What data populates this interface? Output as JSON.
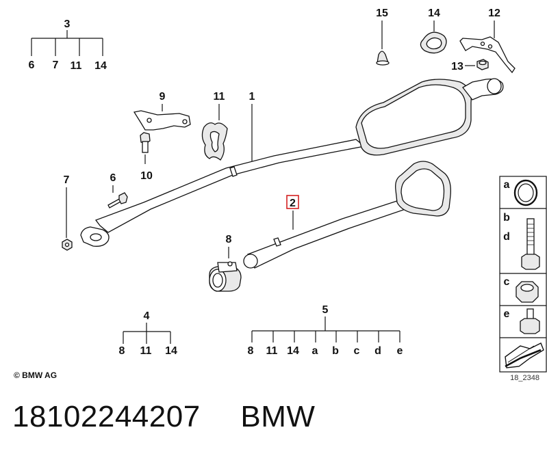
{
  "labels": {
    "g3": "3",
    "g3_6": "6",
    "g3_7": "7",
    "g3_11": "11",
    "g3_14": "14",
    "p15": "15",
    "p14": "14",
    "p12": "12",
    "p13": "13",
    "p9": "9",
    "p11": "11",
    "p1": "1",
    "p10": "10",
    "p7": "7",
    "p6": "6",
    "p2": "2",
    "p8": "8",
    "g4": "4",
    "g4_8": "8",
    "g4_11": "11",
    "g4_14": "14",
    "g5": "5",
    "g5_8": "8",
    "g5_11": "11",
    "g5_14": "14",
    "g5_a": "a",
    "g5_b": "b",
    "g5_c": "c",
    "g5_d": "d",
    "g5_e": "e"
  },
  "legend": {
    "a": "a",
    "b": "b",
    "d": "d",
    "c": "c",
    "e": "e"
  },
  "copyright": "© BMW AG",
  "diagram_code": "18_2348",
  "footer": {
    "part_number": "18102244207",
    "brand": "BMW"
  }
}
